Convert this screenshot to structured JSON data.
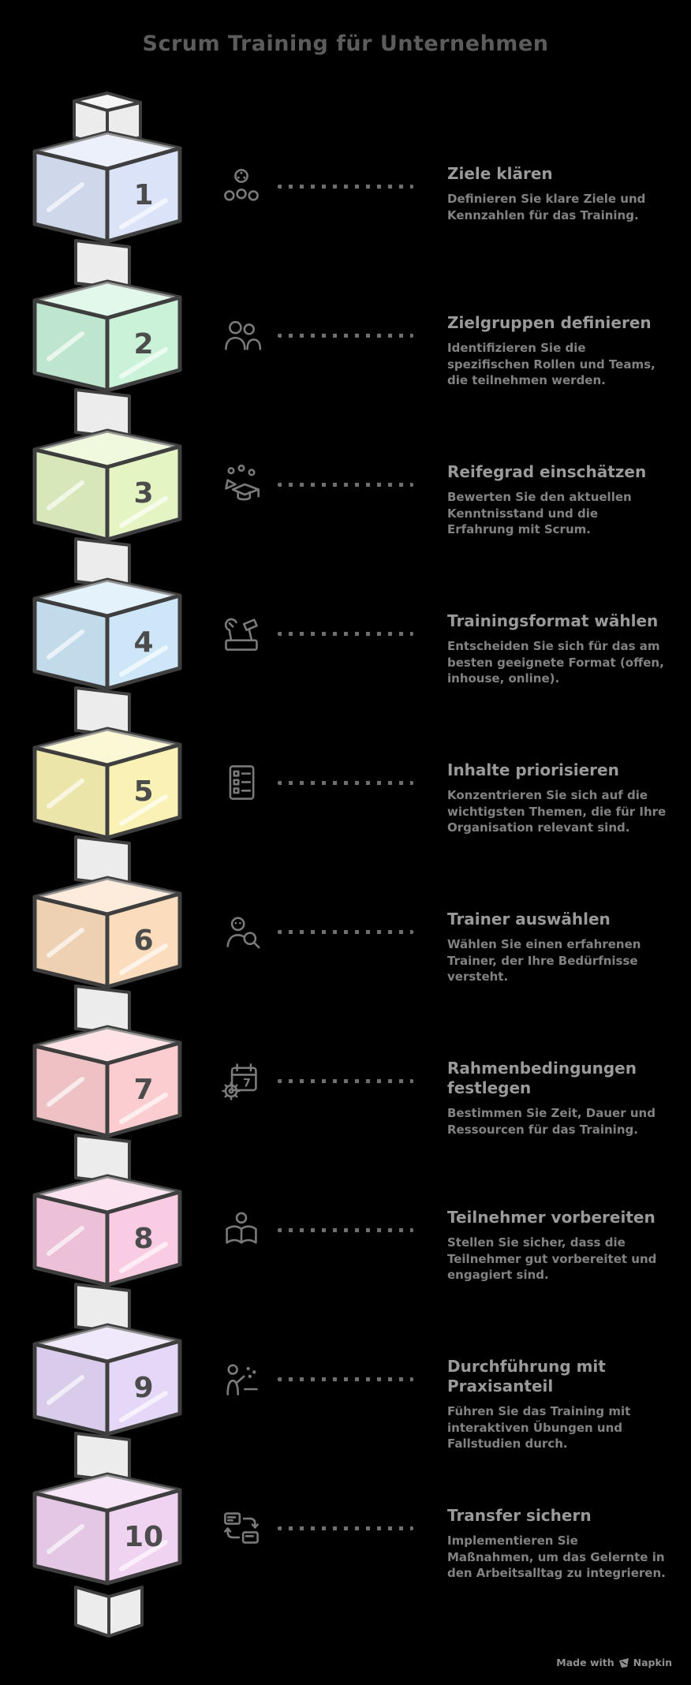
{
  "title": "Scrum Training für Unternehmen",
  "footer": {
    "made_with": "Made with",
    "brand": "Napkin"
  },
  "colors": {
    "background": "#000000",
    "outline": "#3f3f3f",
    "column": "#ececec",
    "column_light": "#f6f6f6",
    "title": "#5c5c5c",
    "heading": "#9a9a9a",
    "description": "#828282",
    "number": "#4c4c4c",
    "icon": "#7a7a7a",
    "dots": "#6f6f6f"
  },
  "steps": [
    {
      "number": "1",
      "title": "Ziele klären",
      "description": "Definieren Sie klare Ziele und Kennzahlen für das Training.",
      "block_color": "#dbe3f8",
      "icon": "team-goal-icon"
    },
    {
      "number": "2",
      "title": "Zielgruppen definieren",
      "description": "Identifizieren Sie die spezifischen Rollen und Teams, die teilnehmen werden.",
      "block_color": "#c9f2d9",
      "icon": "users-icon"
    },
    {
      "number": "3",
      "title": "Reifegrad einschätzen",
      "description": "Bewerten Sie den aktuellen Kenntnisstand und die Erfahrung mit Scrum.",
      "block_color": "#e4f4c3",
      "icon": "graduation-cap-icon"
    },
    {
      "number": "4",
      "title": "Trainingsformat wählen",
      "description": "Entscheiden Sie sich für das am besten geeignete Format (offen, inhouse, online).",
      "block_color": "#cde7f8",
      "icon": "toolbox-icon"
    },
    {
      "number": "5",
      "title": "Inhalte priorisieren",
      "description": "Konzentrieren Sie sich auf die wichtigsten Themen, die für Ihre Organisation relevant sind.",
      "block_color": "#f9f2b4",
      "icon": "checklist-icon"
    },
    {
      "number": "6",
      "title": "Trainer auswählen",
      "description": "Wählen Sie einen erfahrenen Trainer, der Ihre Bedürfnisse versteht.",
      "block_color": "#fbdcbd",
      "icon": "person-search-icon"
    },
    {
      "number": "7",
      "title": "Rahmenbedingungen festlegen",
      "description": "Bestimmen Sie Zeit, Dauer und Ressourcen für das Training.",
      "block_color": "#fbcdd0",
      "icon": "calendar-gear-icon"
    },
    {
      "number": "8",
      "title": "Teilnehmer vorbereiten",
      "description": "Stellen Sie sicher, dass die Teilnehmer gut vorbereitet und engagiert sind.",
      "block_color": "#f9cce4",
      "icon": "reading-icon"
    },
    {
      "number": "9",
      "title": "Durchführung mit Praxisanteil",
      "description": "Führen Sie das Training mit interaktiven Übungen und Fallstudien durch.",
      "block_color": "#e4d7f7",
      "icon": "presenter-icon"
    },
    {
      "number": "10",
      "title": "Transfer sichern",
      "description": "Implementieren Sie Maßnahmen, um das Gelernte in den Arbeitsalltag zu integrieren.",
      "block_color": "#f0d2f1",
      "icon": "transfer-icon"
    }
  ]
}
